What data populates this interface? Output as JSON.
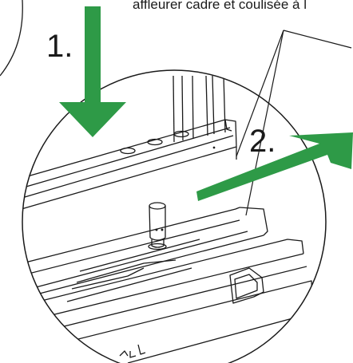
{
  "caption": "affleurer cadre et coulisée à l",
  "steps": [
    {
      "label": "1.",
      "direction": "down"
    },
    {
      "label": "2.",
      "direction": "right"
    }
  ],
  "colors": {
    "arrow": "#2e9a47",
    "line": "#1a1a1a",
    "background": "#ffffff"
  }
}
